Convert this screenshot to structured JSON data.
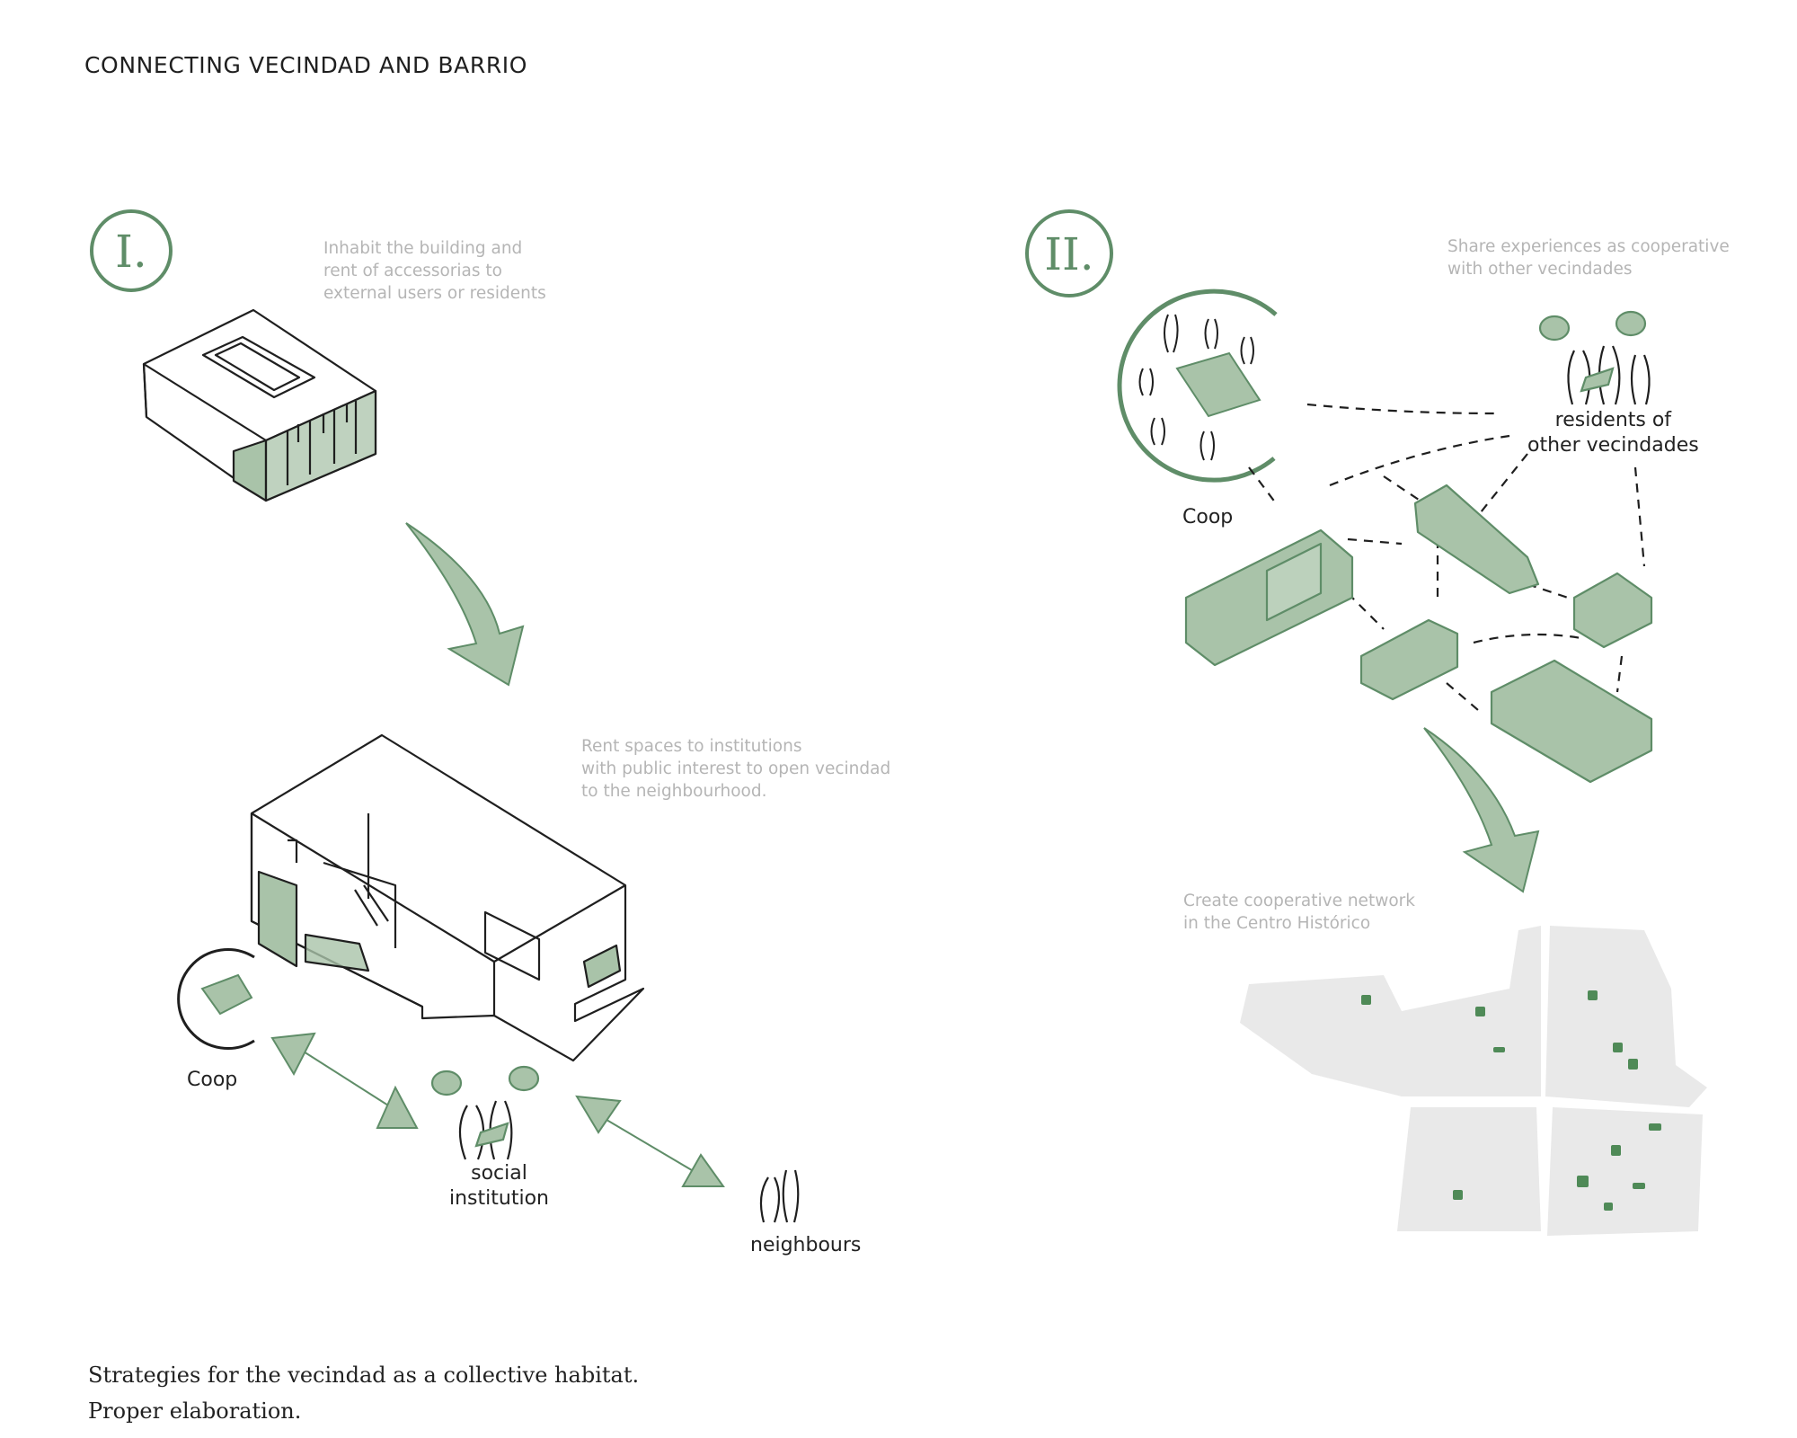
{
  "title": "CONNECTING VECINDAD AND BARRIO",
  "steps": [
    {
      "numeral": "I.",
      "note": [
        "Inhabit the building and",
        "rent of accessorias to",
        "external users or residents"
      ]
    },
    {
      "numeral": "II.",
      "note": [
        "Share experiences as cooperative",
        "with other vecindades"
      ]
    }
  ],
  "notes": {
    "rent_spaces": [
      "Rent spaces to institutions",
      "with public interest to open vecindad",
      "to the neighbourhood."
    ],
    "network": [
      "Create cooperative network",
      "in the Centro Histórico"
    ]
  },
  "labels": {
    "coop_left": "Coop",
    "social_institution": [
      "social",
      "institution"
    ],
    "neighbours": "neighbours",
    "coop_right": "Coop",
    "residents": [
      "residents of",
      "other vecindades"
    ]
  },
  "caption": [
    "Strategies for the vecindad as a collective habitat.",
    "Proper elaboration."
  ],
  "colors": {
    "accent_fill": "#a9c3a9",
    "accent_stroke": "#5f8d68",
    "ink": "#1f1f1f",
    "note_text": "#b5b5b5",
    "map_fill": "#e9e9e9"
  }
}
